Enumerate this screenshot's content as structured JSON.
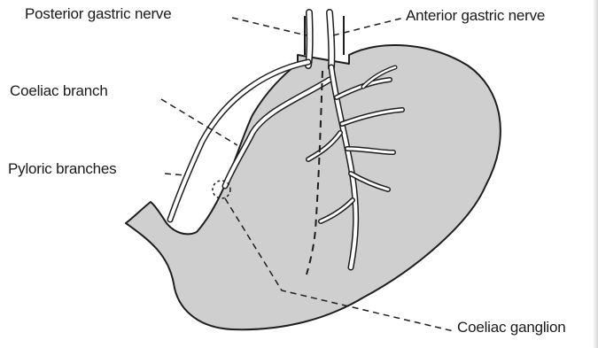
{
  "labels": {
    "posterior_gastric_nerve": "Posterior gastric nerve",
    "anterior_gastric_nerve": "Anterior gastric nerve",
    "coeliac_branch": "Coeliac branch",
    "pyloric_branches": "Pyloric branches",
    "coeliac_ganglion": "Coeliac ganglion"
  },
  "colors": {
    "stomach_fill": "#cfcfcf",
    "outline": "#1e1e1e",
    "nerve_fill": "#ffffff",
    "background": "#ffffff"
  }
}
